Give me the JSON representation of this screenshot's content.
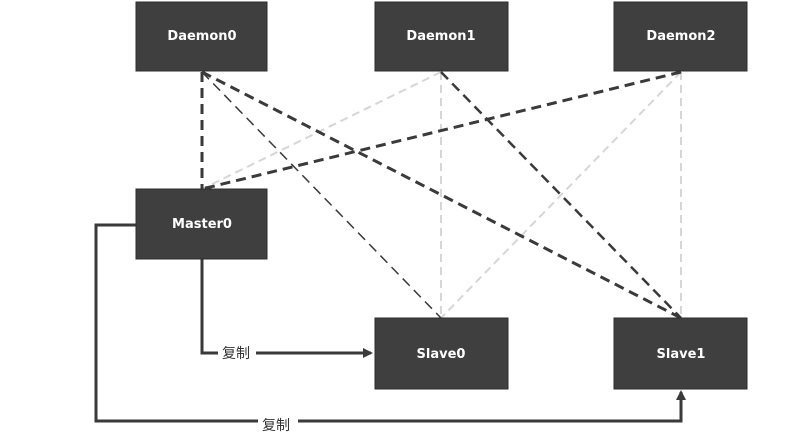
{
  "diagram": {
    "nodes": {
      "daemon0": "Daemon0",
      "daemon1": "Daemon1",
      "daemon2": "Daemon2",
      "master0": "Master0",
      "slave0": "Slave0",
      "slave1": "Slave1"
    },
    "replication_labels": {
      "to_slave0": "复制",
      "to_slave1": "复制"
    },
    "colors": {
      "node_fill": "#3f3f3f",
      "node_text": "#ffffff",
      "dark_link": "#3a3a3a",
      "light_link": "#d6d6d6"
    }
  }
}
